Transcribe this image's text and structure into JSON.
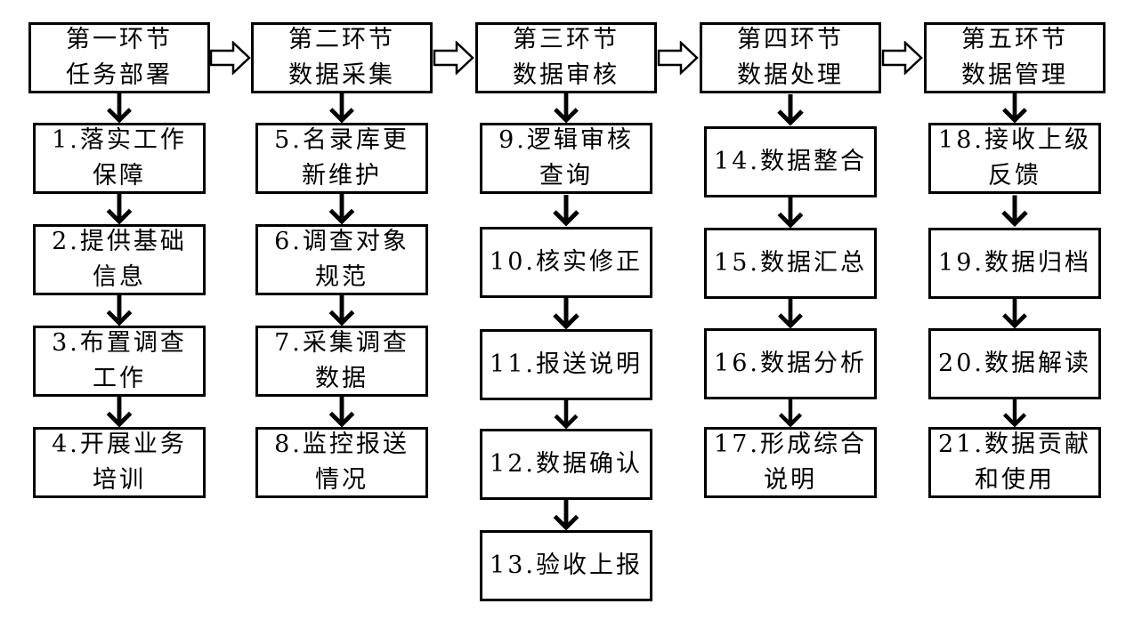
{
  "stages": [
    {
      "title": "第一环节\n任务部署",
      "steps": [
        "1.落实工作\n保障",
        "2.提供基础\n信息",
        "3.布置调查\n工作",
        "4.开展业务\n培训"
      ]
    },
    {
      "title": "第二环节\n数据采集",
      "steps": [
        "5.名录库更\n新维护",
        "6.调查对象\n规范",
        "7.采集调查\n数据",
        "8.监控报送\n情况"
      ]
    },
    {
      "title": "第三环节\n数据审核",
      "steps": [
        "9.逻辑审核\n查询",
        "10.核实修正",
        "11.报送说明",
        "12.数据确认",
        "13.验收上报"
      ]
    },
    {
      "title": "第四环节\n数据处理",
      "steps": [
        "14.数据整合",
        "15.数据汇总",
        "16.数据分析",
        "17.形成综合\n说明"
      ]
    },
    {
      "title": "第五环节\n数据管理",
      "steps": [
        "18.接收上级\n反馈",
        "19.数据归档",
        "20.数据解读",
        "21.数据贡献\n和使用"
      ]
    }
  ]
}
